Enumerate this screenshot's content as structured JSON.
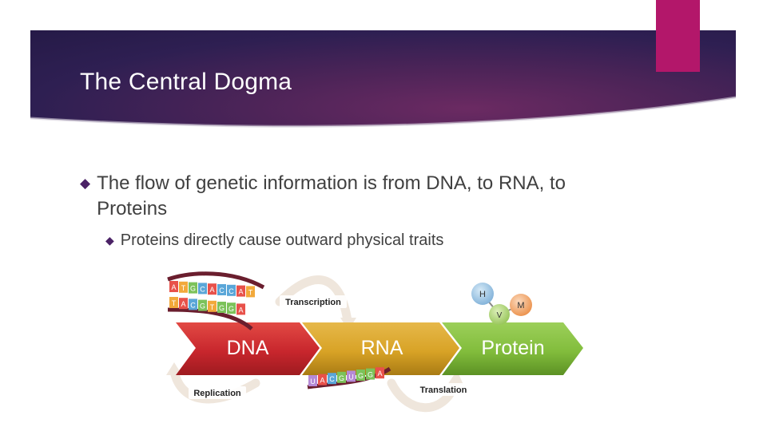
{
  "slide": {
    "title": "The Central Dogma",
    "bullets": [
      {
        "text": "The flow of genetic information is from DNA, to RNA, to Proteins"
      },
      {
        "text": "Proteins directly cause outward physical traits"
      }
    ]
  },
  "diagram": {
    "stages": [
      "DNA",
      "RNA",
      "Protein"
    ],
    "processes": {
      "transcription": "Transcription",
      "replication": "Replication",
      "translation": "Translation"
    },
    "dna_top_bases": [
      "A",
      "T",
      "G",
      "C",
      "A",
      "C",
      "C",
      "A",
      "T"
    ],
    "dna_bottom_bases": [
      "T",
      "A",
      "C",
      "G",
      "T",
      "G",
      "G",
      "A"
    ],
    "rna_bases": [
      "U",
      "A",
      "C",
      "G",
      "U",
      "G",
      "G",
      "A"
    ],
    "amino_acids": [
      "H",
      "M",
      "V"
    ]
  },
  "colors": {
    "header_gradient_start": "#251a47",
    "header_gradient_glow": "#6b2a62",
    "accent": "#b3176a",
    "dna_arrow": "#c8262d",
    "rna_arrow": "#d8a326",
    "protein_arrow": "#82bd3c",
    "body_text": "#404040"
  }
}
